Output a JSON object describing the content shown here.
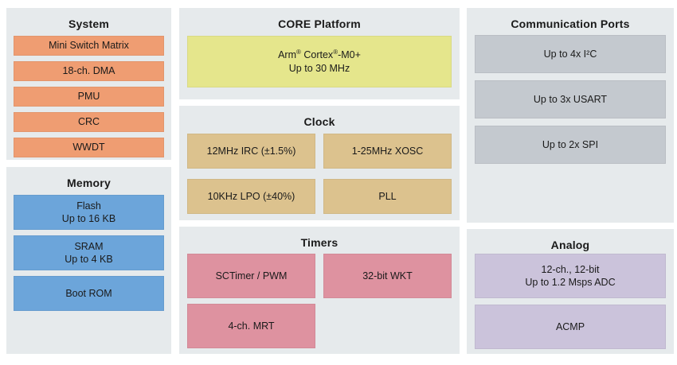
{
  "diagram": {
    "kind": "microcontroller-block-diagram",
    "page_bg": "#FFFFFF",
    "panel_bg": "#E6EAEC",
    "text_color": "#1A1A1A"
  },
  "system": {
    "title": "System",
    "block_color": "#EF9D72",
    "blocks": [
      "Mini Switch Matrix",
      "18-ch. DMA",
      "PMU",
      "CRC",
      "WWDT"
    ]
  },
  "memory": {
    "title": "Memory",
    "block_color": "#6CA5DA",
    "blocks": [
      {
        "line1": "Flash",
        "line2": "Up to 16 KB"
      },
      {
        "line1": "SRAM",
        "line2": "Up to 4 KB"
      },
      {
        "line1": "Boot ROM"
      }
    ]
  },
  "core": {
    "title": "CORE Platform",
    "block_color": "#E5E68C",
    "cpu": {
      "name1": "Arm",
      "reg1": "®",
      "name2": " Cortex",
      "reg2": "®",
      "name3": "-M0+",
      "line2": "Up to 30 MHz"
    }
  },
  "clock": {
    "title": "Clock",
    "block_color": "#DCC28E",
    "blocks": [
      "12MHz IRC (±1.5%)",
      "1-25MHz XOSC",
      "10KHz LPO (±40%)",
      "PLL"
    ]
  },
  "timers": {
    "title": "Timers",
    "block_color": "#DE92A0",
    "blocks": [
      "SCTimer / PWM",
      "32-bit WKT",
      "4-ch. MRT"
    ]
  },
  "comm": {
    "title": "Communication Ports",
    "block_color": "#C4C9CF",
    "blocks": [
      "Up to 4x I²C",
      "Up to 3x USART",
      "Up to 2x SPI"
    ]
  },
  "analog": {
    "title": "Analog",
    "block_color": "#CBC3DB",
    "blocks": [
      {
        "line1": "12-ch., 12-bit",
        "line2": "Up to 1.2 Msps ADC"
      },
      {
        "line1": "ACMP"
      }
    ]
  }
}
